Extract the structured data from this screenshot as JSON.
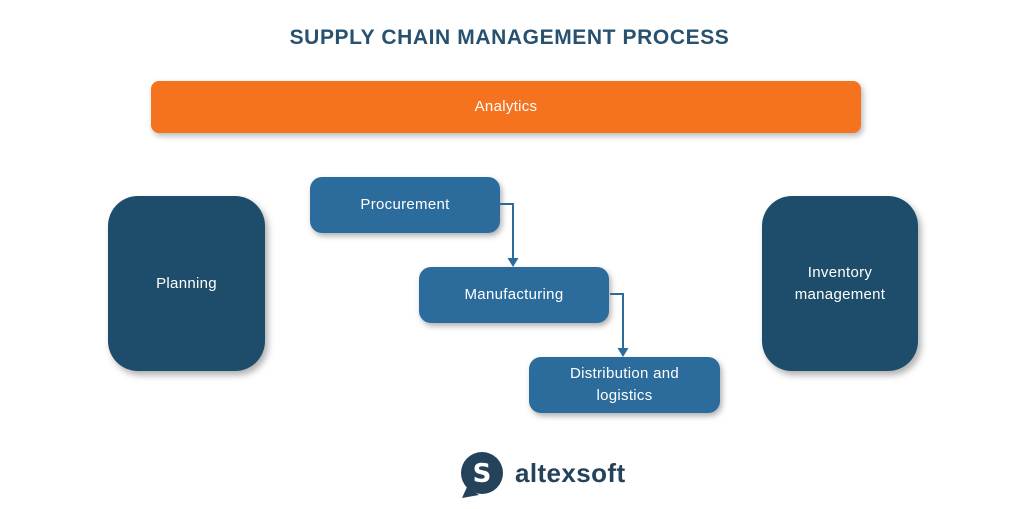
{
  "title": "SUPPLY CHAIN MANAGEMENT PROCESS",
  "nodes": {
    "analytics": {
      "label": "Analytics"
    },
    "planning": {
      "label": "Planning"
    },
    "procurement": {
      "label": "Procurement"
    },
    "manufacturing": {
      "label": "Manufacturing"
    },
    "distribution": {
      "label": "Distribution and logistics"
    },
    "inventory": {
      "label": "Inventory management"
    }
  },
  "edges": [
    {
      "from": "Procurement",
      "to": "Manufacturing"
    },
    {
      "from": "Manufacturing",
      "to": "Distribution and logistics"
    }
  ],
  "colors": {
    "accent_orange": "#F5721E",
    "dark_blue": "#1D4D6B",
    "medium_blue": "#2C6C9C",
    "title_text": "#27516F",
    "logo_navy": "#24425A",
    "background": "#FFFFFF"
  },
  "logo": {
    "text": "altexsoft",
    "mark_letter": "S"
  }
}
